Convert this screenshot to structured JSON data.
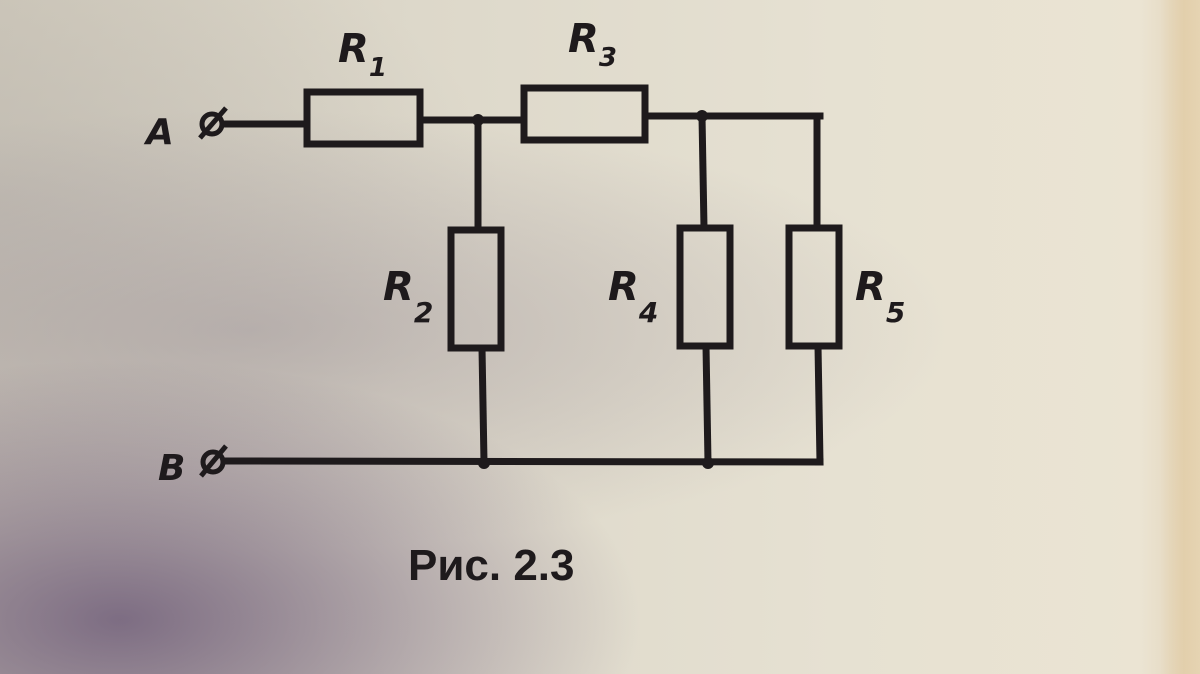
{
  "figure": {
    "caption": "Рис. 2.3",
    "terminals": [
      {
        "id": "A",
        "label": "A"
      },
      {
        "id": "B",
        "label": "B"
      }
    ],
    "resistors": [
      {
        "id": "R1",
        "label": "R",
        "subscript": "1",
        "orientation": "horizontal",
        "between": [
          "A",
          "N1"
        ]
      },
      {
        "id": "R2",
        "label": "R",
        "subscript": "2",
        "orientation": "vertical",
        "between": [
          "N1",
          "bottom-rail"
        ]
      },
      {
        "id": "R3",
        "label": "R",
        "subscript": "3",
        "orientation": "horizontal",
        "between": [
          "N1",
          "N2"
        ]
      },
      {
        "id": "R4",
        "label": "R",
        "subscript": "4",
        "orientation": "vertical",
        "between": [
          "N2",
          "bottom-rail"
        ]
      },
      {
        "id": "R5",
        "label": "R",
        "subscript": "5",
        "orientation": "vertical",
        "between": [
          "N2",
          "bottom-rail"
        ]
      }
    ],
    "colors": {
      "ink": "#1e1a1c",
      "paper": "#e6e1d2",
      "shadow": "#6e5c78"
    }
  }
}
